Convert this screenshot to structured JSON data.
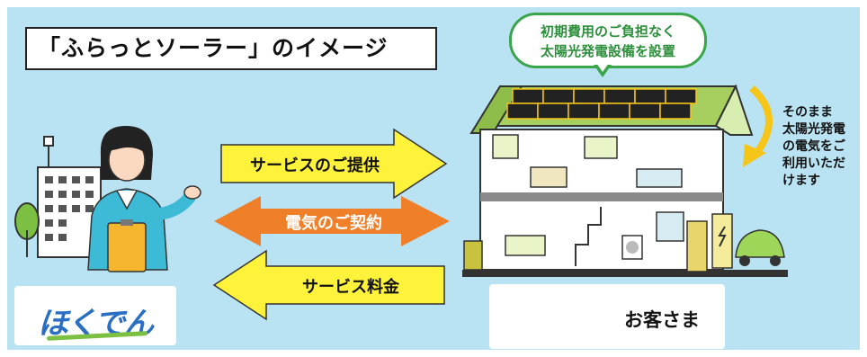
{
  "title": "「ふらっとソーラー」のイメージ",
  "bubble": {
    "line1": "初期費用のご負担なく",
    "line2": "太陽光発電設備を設置"
  },
  "side_note": "そのまま\n太陽光発電\nの電気をご\n利用いただ\nけます",
  "arrows": {
    "service": "サービスのご提供",
    "contract": "電気のご契約",
    "fee": "サービス料金"
  },
  "logo": "ほくでん",
  "customer": "お客さま",
  "colors": {
    "sky": "#b9e3f3",
    "arrow_yellow": "#fff23a",
    "arrow_orange": "#f07f2a",
    "bubble_green": "#3aa54a",
    "logo_blue": "#2a6fc4"
  }
}
